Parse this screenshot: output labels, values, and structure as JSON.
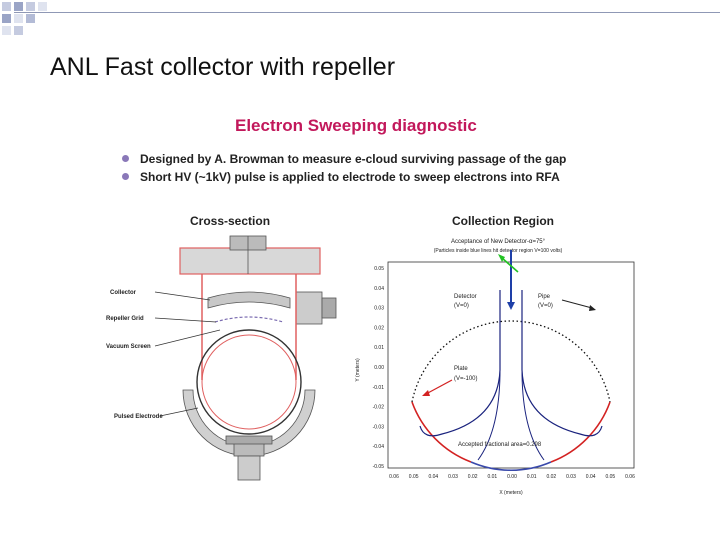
{
  "slide": {
    "title": "ANL Fast collector with repeller"
  },
  "content": {
    "heading": "Electron Sweeping diagnostic",
    "bullets": [
      "Designed by A. Browman to measure e-cloud surviving passage of the gap",
      "Short HV (~1kV) pulse is applied to electrode to sweep electrons into RFA"
    ]
  },
  "cross_section": {
    "title": "Cross-section",
    "labels": [
      "Collector",
      "Repeller Grid",
      "Vacuum Screen",
      "Pulsed Electrode"
    ]
  },
  "collection_region": {
    "title": "Collection Region",
    "header_line1": "Acceptance of New Detector-α=75°",
    "header_line2": "(Particles inside blue lines hit detector region V=100 volts)",
    "annotations": {
      "detector": [
        "Detector",
        "(V=0)"
      ],
      "pipe": [
        "Pipe",
        "(V=0)"
      ],
      "plate": [
        "Plate",
        "(V=-100)"
      ],
      "accepted": "Accepted fractional area=0.298"
    },
    "y_ticks": [
      "0.05",
      "0.04",
      "0.03",
      "0.02",
      "0.01",
      "0.00",
      "-0.01",
      "-0.02",
      "-0.03",
      "-0.04",
      "-0.05"
    ],
    "x_ticks": [
      "0.06",
      "0.05",
      "0.04",
      "0.03",
      "0.02",
      "0.01",
      "0.00",
      "0.01",
      "0.02",
      "0.03",
      "0.04",
      "0.05",
      "0.06"
    ],
    "ylabel": "Y (meters)",
    "xlabel": "X (meters)"
  },
  "colors": {
    "title_accent": "#c2185b",
    "bullet": "#8a78b8",
    "chamber_outline": "#e06060",
    "field_line": "#1a237e",
    "arrow_blue": "#1e3fa8",
    "arrow_green": "#22c222",
    "arrow_red": "#d32222"
  }
}
